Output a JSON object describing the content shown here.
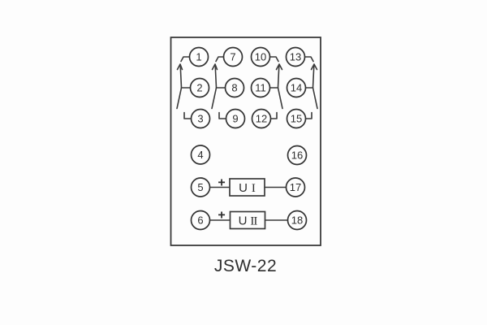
{
  "caption": "JSW-22",
  "colors": {
    "line": "#3a3a3a",
    "background": "#fdfdfd",
    "text": "#2e2e2e"
  },
  "terminals": [
    "1",
    "2",
    "3",
    "4",
    "5",
    "6",
    "7",
    "8",
    "9",
    "10",
    "11",
    "12",
    "13",
    "14",
    "15",
    "16",
    "17",
    "18"
  ],
  "contact_groups": [
    {
      "type": "changeover-contact",
      "terminals": [
        "1",
        "2",
        "3"
      ],
      "side": "left"
    },
    {
      "type": "changeover-contact",
      "terminals": [
        "7",
        "8",
        "9"
      ],
      "side": "left"
    },
    {
      "type": "changeover-contact",
      "terminals": [
        "10",
        "11",
        "12"
      ],
      "side": "right"
    },
    {
      "type": "changeover-contact",
      "terminals": [
        "13",
        "14",
        "15"
      ],
      "side": "right"
    }
  ],
  "independent_terminals": [
    "4",
    "16"
  ],
  "components": [
    {
      "name": "U",
      "numeral": "I",
      "polarity": "+",
      "left_terminal": "5",
      "right_terminal": "17"
    },
    {
      "name": "U",
      "numeral": "II",
      "polarity": "+",
      "left_terminal": "6",
      "right_terminal": "18"
    }
  ]
}
